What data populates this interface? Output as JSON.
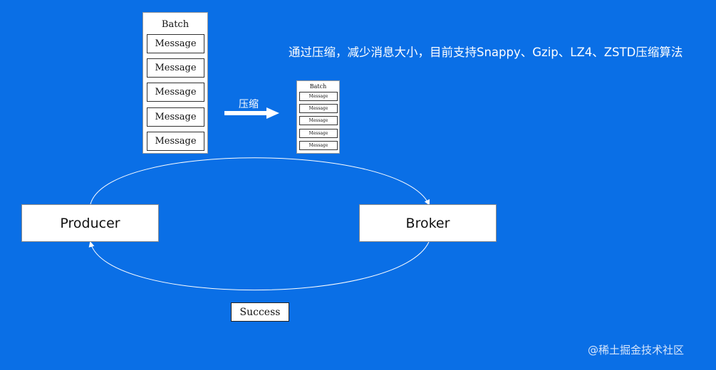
{
  "diagram": {
    "caption": "通过压缩，减少消息大小，目前支持Snappy、Gzip、LZ4、ZSTD压缩算法",
    "compress_label": "压缩",
    "batch_original": {
      "title": "Batch",
      "messages": [
        "Message",
        "Message",
        "Message",
        "Message",
        "Message"
      ]
    },
    "batch_compressed": {
      "title": "Batch",
      "messages": [
        "Message",
        "Message",
        "Message",
        "Message",
        "Message"
      ]
    },
    "producer_label": "Producer",
    "broker_label": "Broker",
    "success_label": "Success",
    "watermark": "@稀土掘金技术社区"
  },
  "colors": {
    "background": "#0a6fe6",
    "box_fill": "#ffffff",
    "line": "#ffffff"
  }
}
